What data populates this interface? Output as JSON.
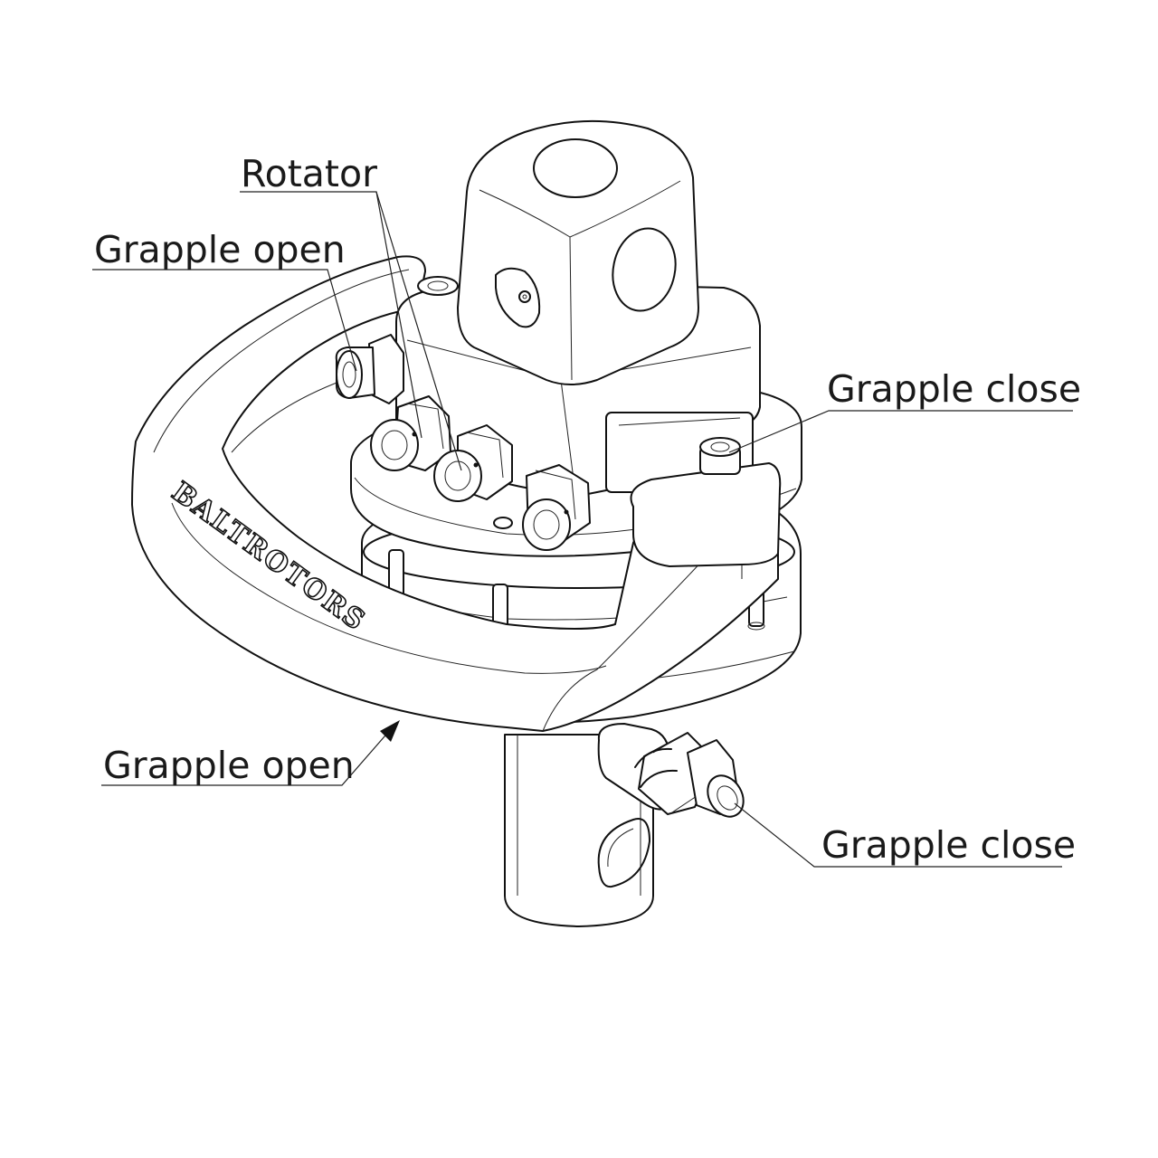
{
  "diagram": {
    "brand": "BALTROTORS",
    "callouts": [
      {
        "id": "rotator",
        "label": "Rotator"
      },
      {
        "id": "grapple-open-top",
        "label": "Grapple open"
      },
      {
        "id": "grapple-close-top",
        "label": "Grapple close"
      },
      {
        "id": "grapple-open-bottom",
        "label": "Grapple open"
      },
      {
        "id": "grapple-close-bottom",
        "label": "Grapple close"
      }
    ]
  }
}
